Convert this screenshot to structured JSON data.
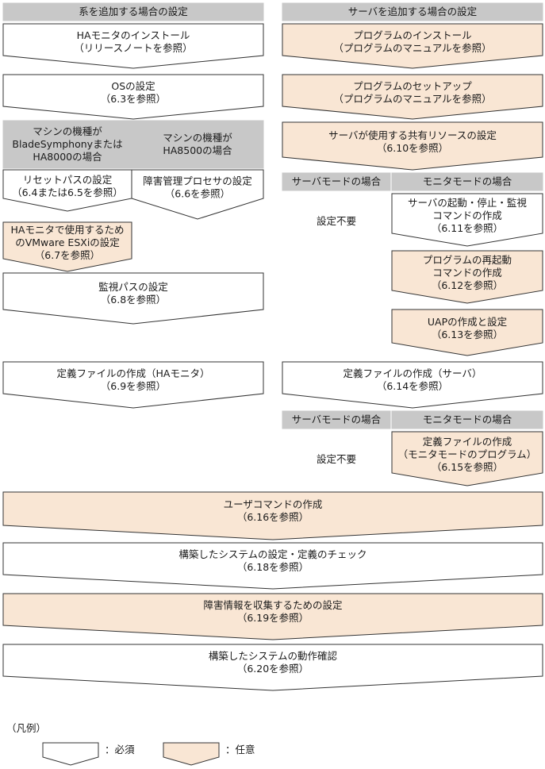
{
  "colors": {
    "required_fill": "#ffffff",
    "optional_fill": "#f9e6d4",
    "header_fill": "#c8c8c8",
    "stroke": "#333333"
  },
  "left_column_header": "系を追加する場合の設定",
  "right_column_header": "サーバを追加する場合の設定",
  "left_steps": {
    "ha_install": [
      "HAモニタのインストール",
      "（リリースノートを参照）"
    ],
    "os_setup": [
      "OSの設定",
      "（6.3を参照）"
    ],
    "machine_header_blade": [
      "マシンの機種が",
      "BladeSymphonyまたは",
      "HA8000の場合"
    ],
    "machine_header_ha8500": [
      "マシンの機種が",
      "HA8500の場合"
    ],
    "reset_path": [
      "リセットパスの設定",
      "（6.4または6.5を参照）"
    ],
    "fault_processor": [
      "障害管理プロセサの設定",
      "（6.6を参照）"
    ],
    "vmware": [
      "HAモニタで使用するため",
      "のVMware ESXiの設定",
      "（6.7を参照）"
    ],
    "monitor_path": [
      "監視パスの設定",
      "（6.8を参照）"
    ],
    "def_file_ha": [
      "定義ファイルの作成（HAモニタ）",
      "（6.9を参照）"
    ]
  },
  "right_steps": {
    "program_install": [
      "プログラムのインストール",
      "（プログラムのマニュアルを参照）"
    ],
    "program_setup": [
      "プログラムのセットアップ",
      "（プログラムのマニュアルを参照）"
    ],
    "shared_resources": [
      "サーバが使用する共有リソースの設定",
      "（6.10を参照）"
    ],
    "mode_header_server_1": "サーバモードの場合",
    "mode_header_monitor_1": "モニタモードの場合",
    "not_required_1": "設定不要",
    "server_commands": [
      "サーバの起動・停止・監視",
      "コマンドの作成",
      "（6.11を参照）"
    ],
    "program_restart": [
      "プログラムの再起動",
      "コマンドの作成",
      "（6.12を参照）"
    ],
    "uap": [
      "UAPの作成と設定",
      "（6.13を参照）"
    ],
    "def_file_server": [
      "定義ファイルの作成（サーバ）",
      "（6.14を参照）"
    ],
    "mode_header_server_2": "サーバモードの場合",
    "mode_header_monitor_2": "モニタモードの場合",
    "not_required_2": "設定不要",
    "def_file_monitor": [
      "定義ファイルの作成",
      "（モニタモードのプログラム）",
      "（6.15を参照）"
    ]
  },
  "common_steps": {
    "user_command": [
      "ユーザコマンドの作成",
      "（6.16を参照）"
    ],
    "check": [
      "構築したシステムの設定・定義のチェック",
      "（6.18を参照）"
    ],
    "fault_info": [
      "障害情報を収集するための設定",
      "（6.19を参照）"
    ],
    "operation_check": [
      "構築したシステムの動作確認",
      "（6.20を参照）"
    ]
  },
  "legend": {
    "title": "（凡例）",
    "required_label": "：必須",
    "optional_label": "：任意"
  }
}
